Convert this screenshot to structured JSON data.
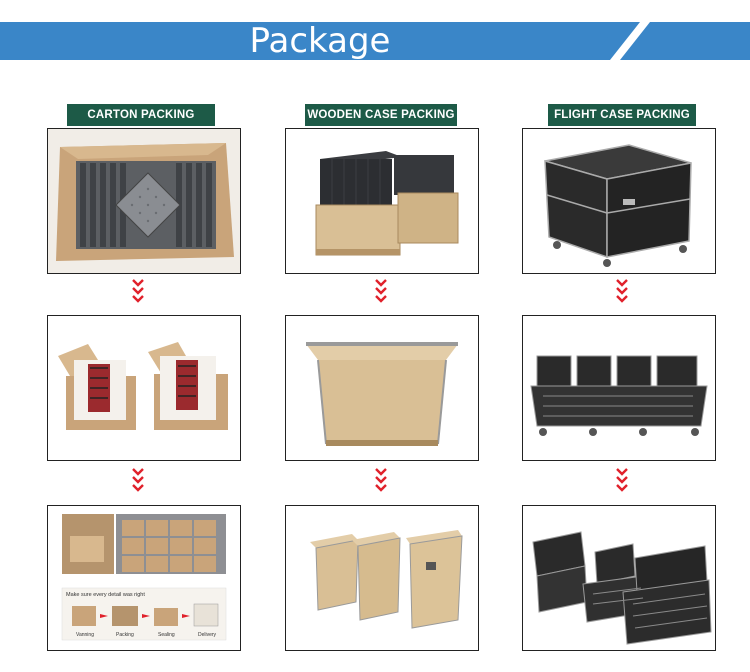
{
  "header": {
    "title": "Package",
    "bar_color": "#3a86c8"
  },
  "columns": [
    {
      "label": "CARTON PACKING"
    },
    {
      "label": "WOODEN CASE PACKING"
    },
    {
      "label": "FLIGHT CASE PACKING"
    }
  ],
  "carton_step3": {
    "note": "Make sure every detail was right",
    "steps": [
      "Vanning",
      "Packing",
      "Sealing",
      "Delivery"
    ]
  },
  "colors": {
    "label_bg": "#1d5a47",
    "arrow": "#e0212b",
    "cardboard": "#c9a47a",
    "plywood": "#d9bf95",
    "flight_case": "#2a2a2a"
  }
}
